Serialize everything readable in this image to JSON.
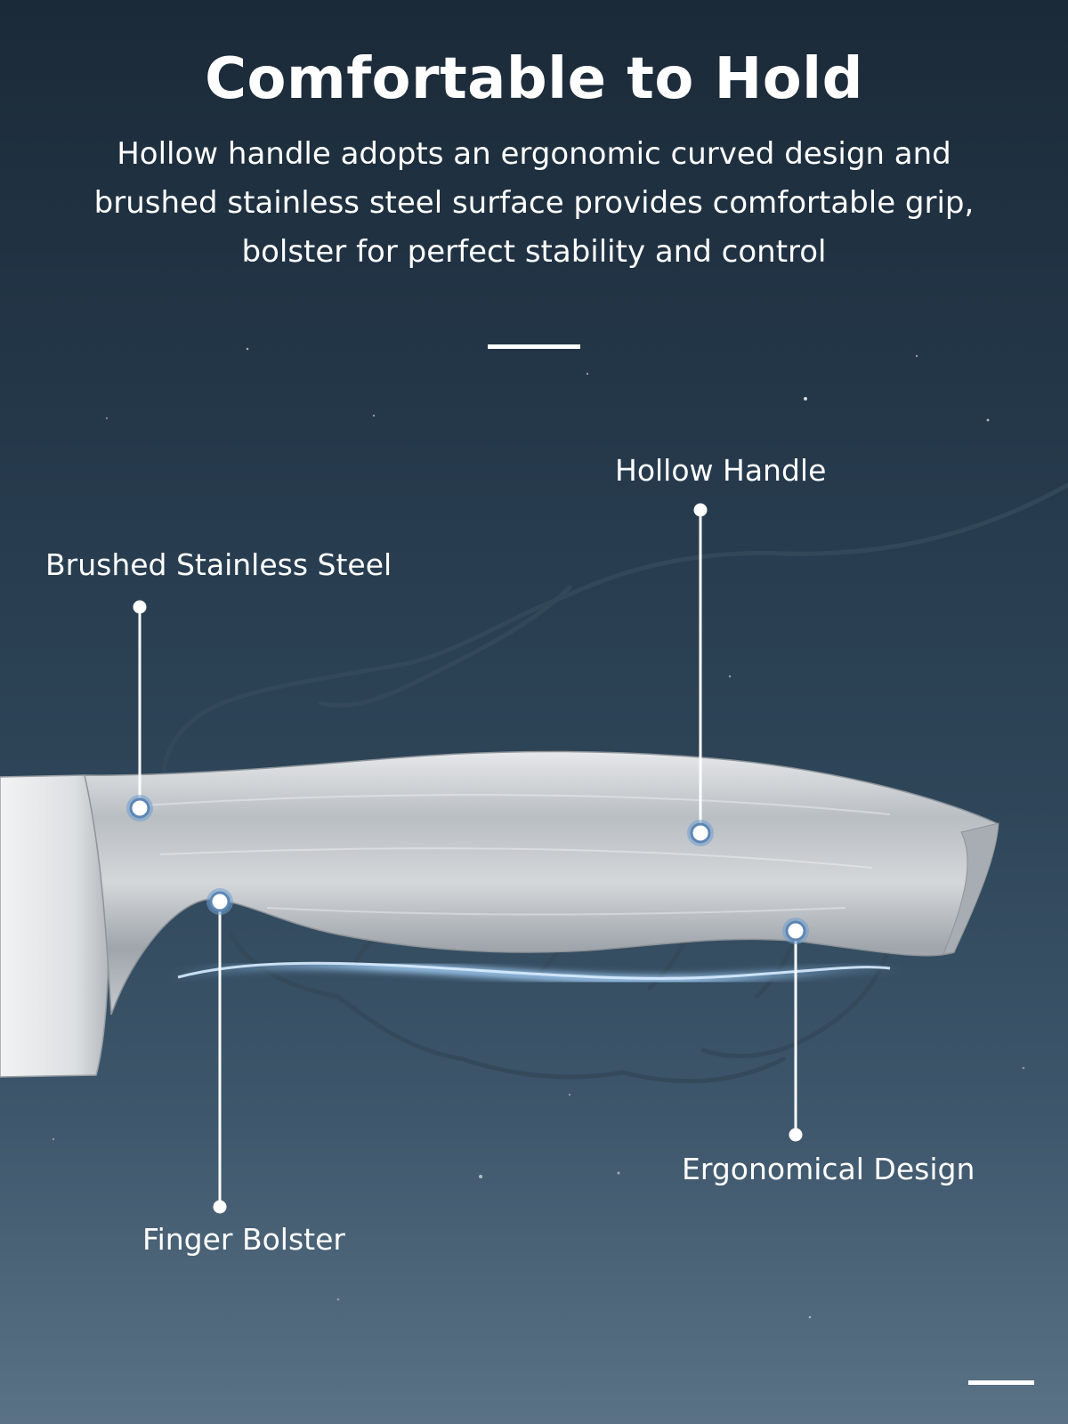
{
  "header": {
    "title": "Comfortable to Hold",
    "description": "Hollow handle adopts an ergonomic curved design and brushed stainless steel surface provides comfortable grip, bolster for perfect stability and control"
  },
  "callouts": {
    "brushed_steel": "Brushed Stainless Steel",
    "hollow_handle": "Hollow Handle",
    "finger_bolster": "Finger Bolster",
    "ergonomic_design": "Ergonomical Design"
  },
  "colors": {
    "background_top": "#1b2a38",
    "background_bottom": "#5a7285",
    "text": "#ffffff",
    "accent_glow": "#8ec8ff",
    "steel": "#c9cdd1"
  }
}
